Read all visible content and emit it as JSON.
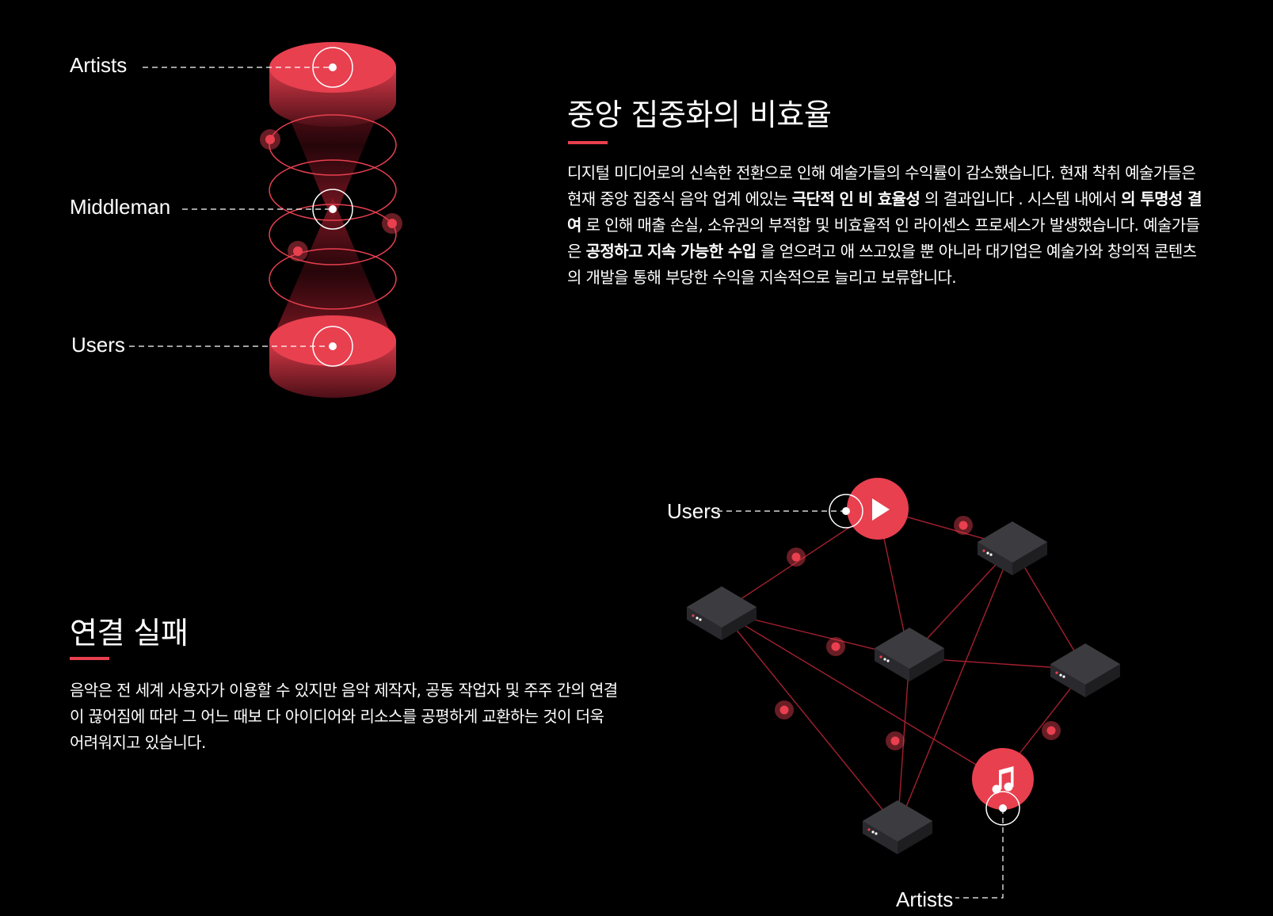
{
  "section1": {
    "title": "중앙 집중화의 비효율",
    "body": {
      "t1": "디지털 미디어로의 신속한 전환으로 인해 예술가들의 수익률이 감소했습니다. 현재 착취 예술가들은 현재 중앙 집중식 음악 업계 에있는 ",
      "b1": "극단적 인 비 효율성",
      "t2": " 의 결과입니다 . 시스템 내에서 ",
      "b2": "의 투명성 결여",
      "t3": " 로 인해 매출 손실, 소유권의 부적합 및 비효율적 인 라이센스 프로세스가 발생했습니다. 예술가들은 ",
      "b3": "공정하고 지속 가능한 수입",
      "t4": " 을 얻으려고 애 쓰고있을 뿐 아니라 대기업은 예술가와 창의적 콘텐츠의 개발을 통해 부당한 수익을 지속적으로 늘리고 보류합니다."
    }
  },
  "section2": {
    "title": "연결 실패",
    "body": "음악은 전 세계 사용자가 이용할 수 있지만 음악 제작자, 공동 작업자 및 주주 간의 연결이 끊어짐에 따라 그 어느 때보 다 아이디어와 리소스를 공평하게 교환하는 것이 더욱 어려워지고 있습니다."
  },
  "diagram1": {
    "labels": {
      "artists": "Artists",
      "middleman": "Middleman",
      "users": "Users"
    }
  },
  "diagram2": {
    "labels": {
      "users": "Users",
      "artists": "Artists"
    },
    "icons": [
      "play-icon",
      "music-note-icon",
      "server-icon"
    ]
  },
  "colors": {
    "background": "#000000",
    "accent": "#e8404f",
    "accent_dark": "#9a1f2c",
    "line": "#a3202e",
    "server_top": "#3a3a3e",
    "server_side": "#1e1e21",
    "text": "#ffffff"
  }
}
